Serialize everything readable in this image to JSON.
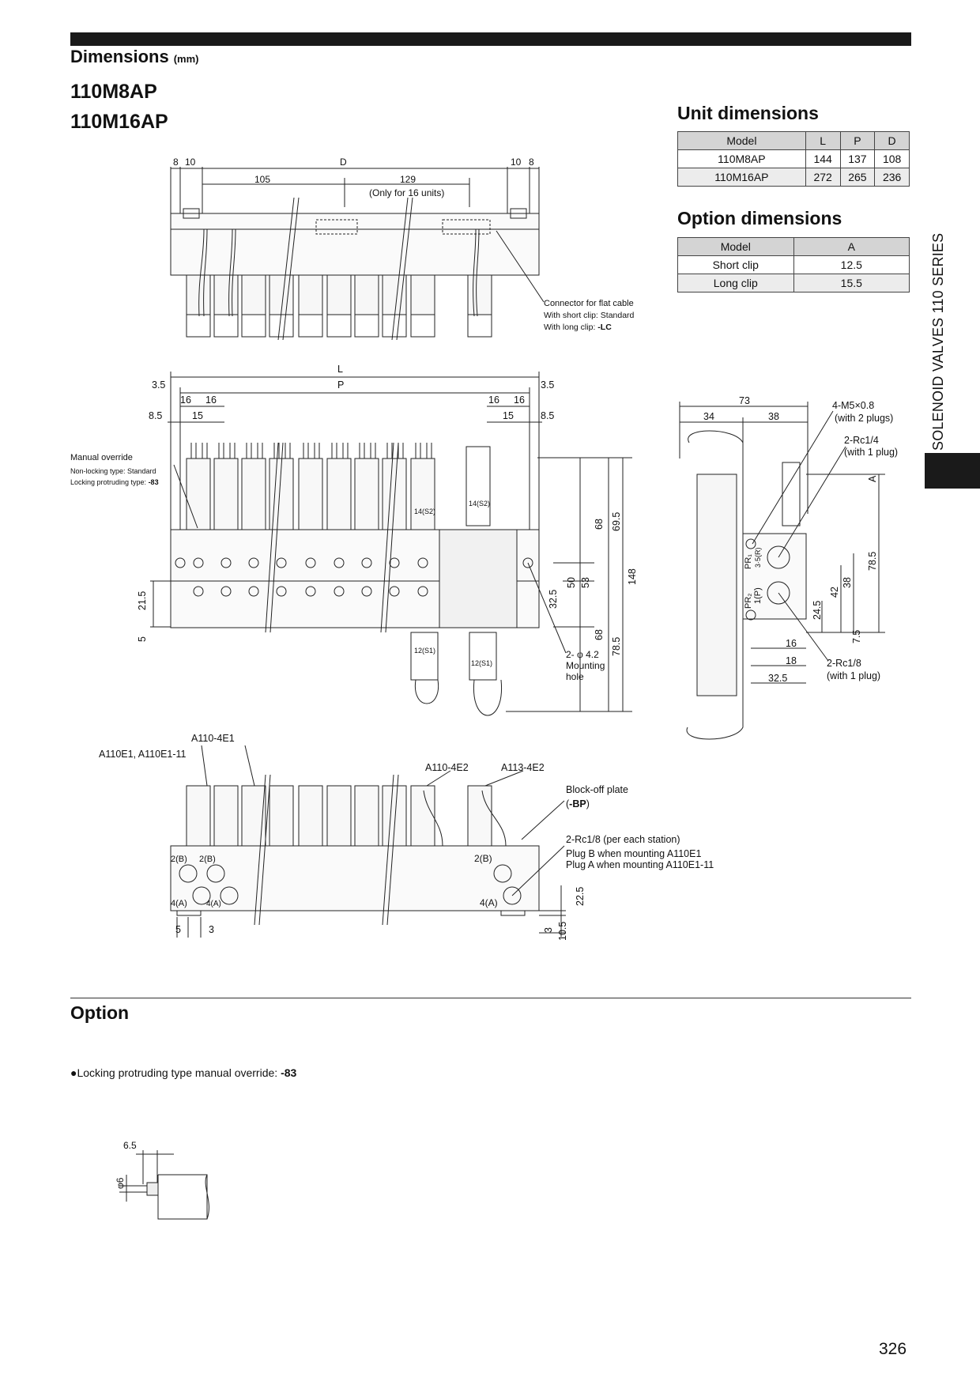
{
  "header": {
    "title": "Dimensions",
    "unit": "(mm)"
  },
  "models": [
    "110M8AP",
    "110M16AP"
  ],
  "unit_dimensions": {
    "title": "Unit dimensions",
    "columns": [
      "Model",
      "L",
      "P",
      "D"
    ],
    "rows": [
      [
        "110M8AP",
        "144",
        "137",
        "108"
      ],
      [
        "110M16AP",
        "272",
        "265",
        "236"
      ]
    ]
  },
  "option_dimensions": {
    "title": "Option dimensions",
    "columns": [
      "Model",
      "A"
    ],
    "rows": [
      [
        "Short clip",
        "12.5"
      ],
      [
        "Long clip",
        "15.5"
      ]
    ]
  },
  "sidebar": {
    "text": "SOLENOID VALVES 110 SERIES"
  },
  "top_view": {
    "dims": [
      "8",
      "10",
      "D",
      "10",
      "8",
      "105",
      "129",
      "(Only for 16 units)"
    ],
    "connector_note": [
      "Connector for flat cable",
      "With short clip: Standard",
      "With long clip: "
    ],
    "connector_code": "-LC"
  },
  "front_view": {
    "top_dims": [
      "L",
      "3.5",
      "P",
      "3.5",
      "16",
      "16",
      "16",
      "16",
      "8.5",
      "15",
      "15",
      "8.5"
    ],
    "right_dims": [
      "68",
      "69.5",
      "148",
      "53",
      "50",
      "32.5",
      "68",
      "78.5"
    ],
    "left_dims": [
      "21.5",
      "5"
    ],
    "labels": [
      "14(S2)",
      "14(S2)",
      "12(S1)",
      "12(S1)"
    ],
    "manual_override": {
      "title": "Manual override",
      "line1": "Non-locking type: Standard",
      "line2": "Locking protruding type: ",
      "code": "-83"
    },
    "mounting_hole": [
      "2- φ 4.2",
      "Mounting",
      "hole"
    ]
  },
  "side_view": {
    "top_dims": [
      "73",
      "34",
      "38"
    ],
    "callouts": [
      "4-M5×0.8",
      "(with 2 plugs)",
      "2-Rc1/4",
      "(with 1 plug)",
      "2-Rc1/8",
      "(with 1 plug)"
    ],
    "dims": [
      "A",
      "78.5",
      "38",
      "42",
      "24.5",
      "7.5",
      "16",
      "18",
      "32.5"
    ],
    "port_labels": [
      "PR₁",
      "3·5(R)",
      "PR₂",
      "1(P)"
    ]
  },
  "bottom_view": {
    "part_labels": [
      "A110-4E1",
      "A110E1, A110E1-11",
      "A110-4E2",
      "A113-4E2"
    ],
    "block_off": [
      "Block-off plate",
      "(",
      "-BP",
      ")"
    ],
    "rc_note": [
      "2-Rc1/8 (per each station)",
      "Plug B when mounting A110E1",
      "Plug A when mounting A110E1-11"
    ],
    "port_labels": [
      "2(B)",
      "2(B)",
      "2(B)",
      "4(A)",
      "4(A)",
      "4(A)"
    ],
    "dims": [
      "5",
      "3",
      "22.5",
      "3",
      "10.5"
    ]
  },
  "option": {
    "title": "Option",
    "bullet_text": "●Locking protruding type manual override: ",
    "bullet_code": "-83",
    "detail_dims": [
      "6.5",
      "φ6"
    ]
  },
  "page_number": "326"
}
